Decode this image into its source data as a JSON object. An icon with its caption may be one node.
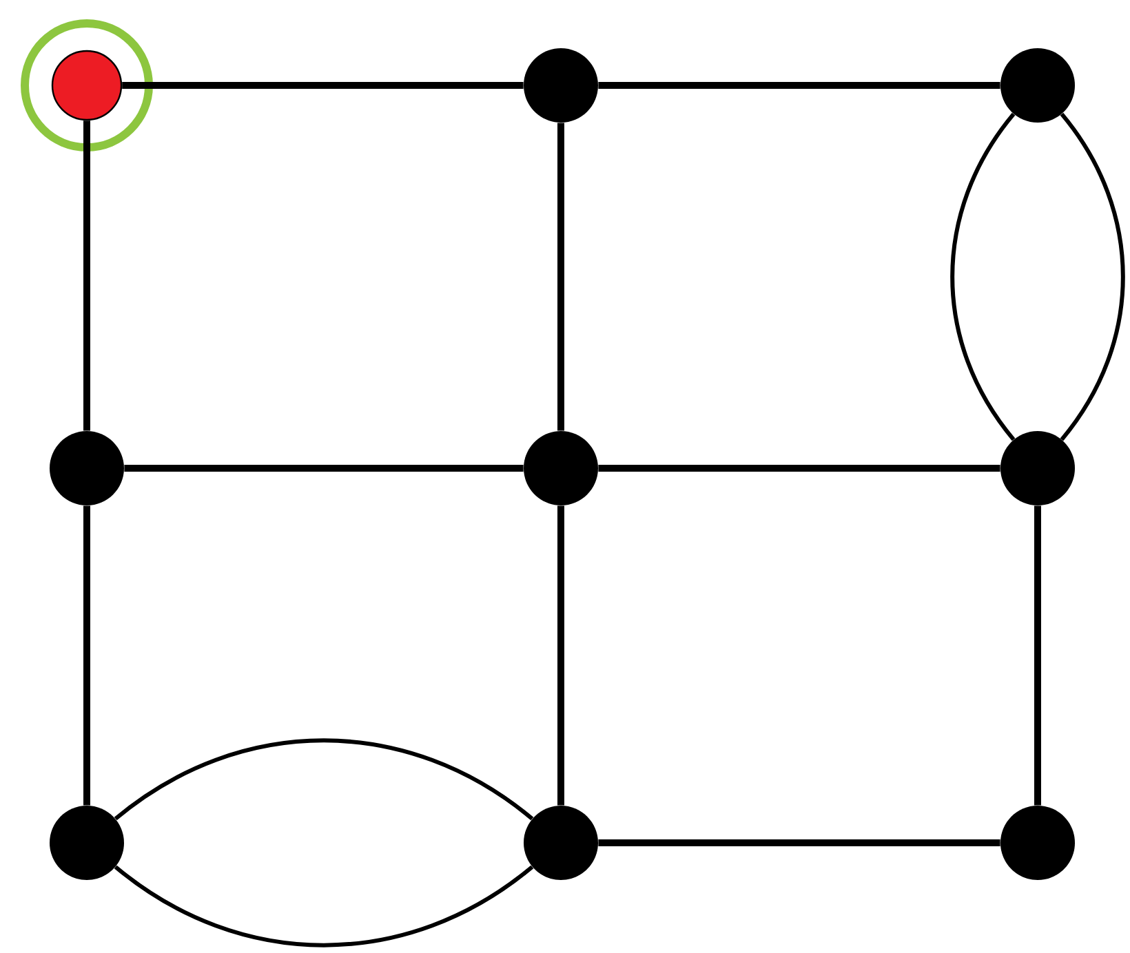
{
  "diagram": {
    "nodes": [
      {
        "text": [],
        "shape": "circle"
      },
      {
        "text": [],
        "shape": "circle"
      },
      {
        "text": [],
        "shape": "circle"
      },
      {
        "text": [],
        "shape": "circle"
      },
      {
        "text": [],
        "shape": "circle"
      },
      {
        "text": [],
        "shape": "circle"
      },
      {
        "text": [],
        "shape": "circle"
      },
      {
        "text": [],
        "shape": "circle"
      },
      {
        "text": [],
        "shape": "circle"
      }
    ],
    "edges": [
      {
        "from": 0,
        "to": 1,
        "arrow": "none"
      },
      {
        "from": 1,
        "to": 2,
        "arrow": "none"
      },
      {
        "from": 0,
        "to": 3,
        "arrow": "none"
      },
      {
        "from": 1,
        "to": 4,
        "arrow": "none"
      },
      {
        "from": 2,
        "to": 5,
        "arrow": "none"
      },
      {
        "from": 2,
        "to": 5,
        "arrow": "none"
      },
      {
        "from": 3,
        "to": 4,
        "arrow": "none"
      },
      {
        "from": 4,
        "to": 5,
        "arrow": "none"
      },
      {
        "from": 3,
        "to": 6,
        "arrow": "none"
      },
      {
        "from": 4,
        "to": 7,
        "arrow": "none"
      },
      {
        "from": 5,
        "to": 8,
        "arrow": "none"
      },
      {
        "from": 6,
        "to": 7,
        "arrow": "none"
      },
      {
        "from": 6,
        "to": 7,
        "arrow": "none"
      },
      {
        "from": 7,
        "to": 8,
        "arrow": "none"
      }
    ]
  }
}
